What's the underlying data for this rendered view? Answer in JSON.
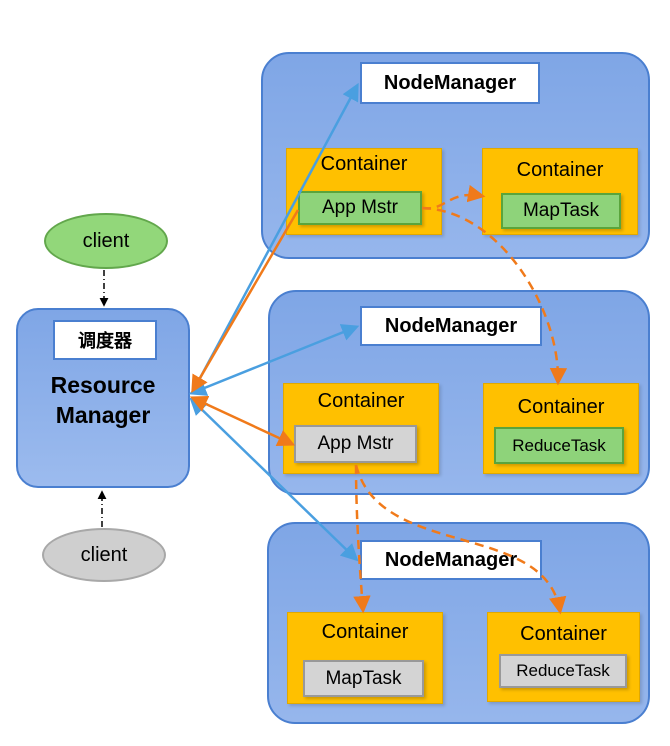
{
  "resource_manager": {
    "scheduler": "调度器",
    "title_line1": "Resource",
    "title_line2": "Manager"
  },
  "clients": [
    "client",
    "client"
  ],
  "node_managers": [
    {
      "label": "NodeManager",
      "containers": [
        {
          "title": "Container",
          "task": "App Mstr"
        },
        {
          "title": "Container",
          "task": "MapTask"
        }
      ]
    },
    {
      "label": "NodeManager",
      "containers": [
        {
          "title": "Container",
          "task": "App Mstr"
        },
        {
          "title": "Container",
          "task": "ReduceTask"
        }
      ]
    },
    {
      "label": "NodeManager",
      "containers": [
        {
          "title": "Container",
          "task": "MapTask"
        },
        {
          "title": "Container",
          "task": "ReduceTask"
        }
      ]
    }
  ],
  "colors": {
    "node_fill": "#8fb0ea",
    "node_border": "#4a7fd0",
    "container": "#ffc000",
    "task_green": "#8ed37a",
    "task_gray": "#d4d4d4",
    "arrow_blue": "#4a9fe0",
    "arrow_orange": "#f07a1a"
  }
}
